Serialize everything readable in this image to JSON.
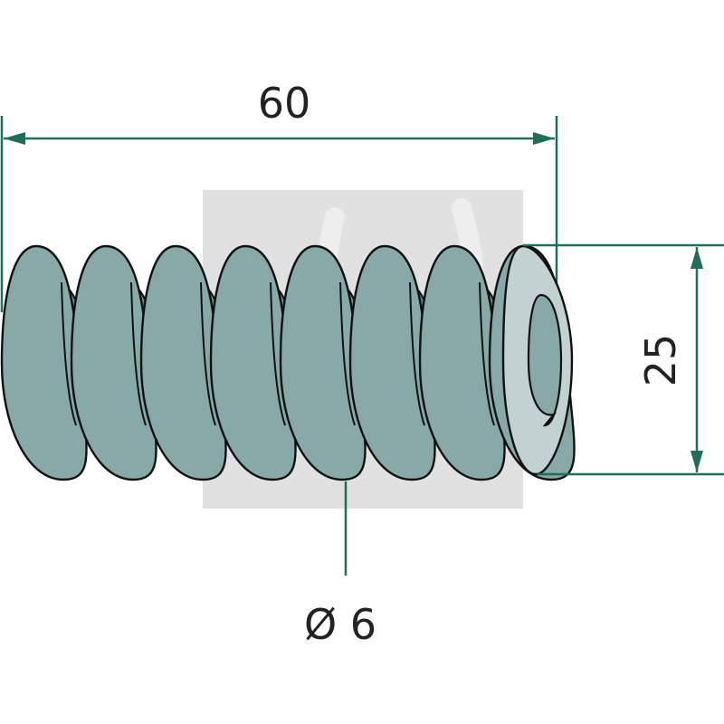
{
  "dimensions": {
    "length_label": "60",
    "outer_diameter_label": "25",
    "wire_diameter_label": "Ø 6"
  },
  "colors": {
    "dimension_line": "#1e6e5a",
    "coil_front": "#87a9a8",
    "coil_back": "#5e8f8a",
    "end_ring": "#c2d1d1"
  },
  "spring": {
    "coil_count": 8
  }
}
